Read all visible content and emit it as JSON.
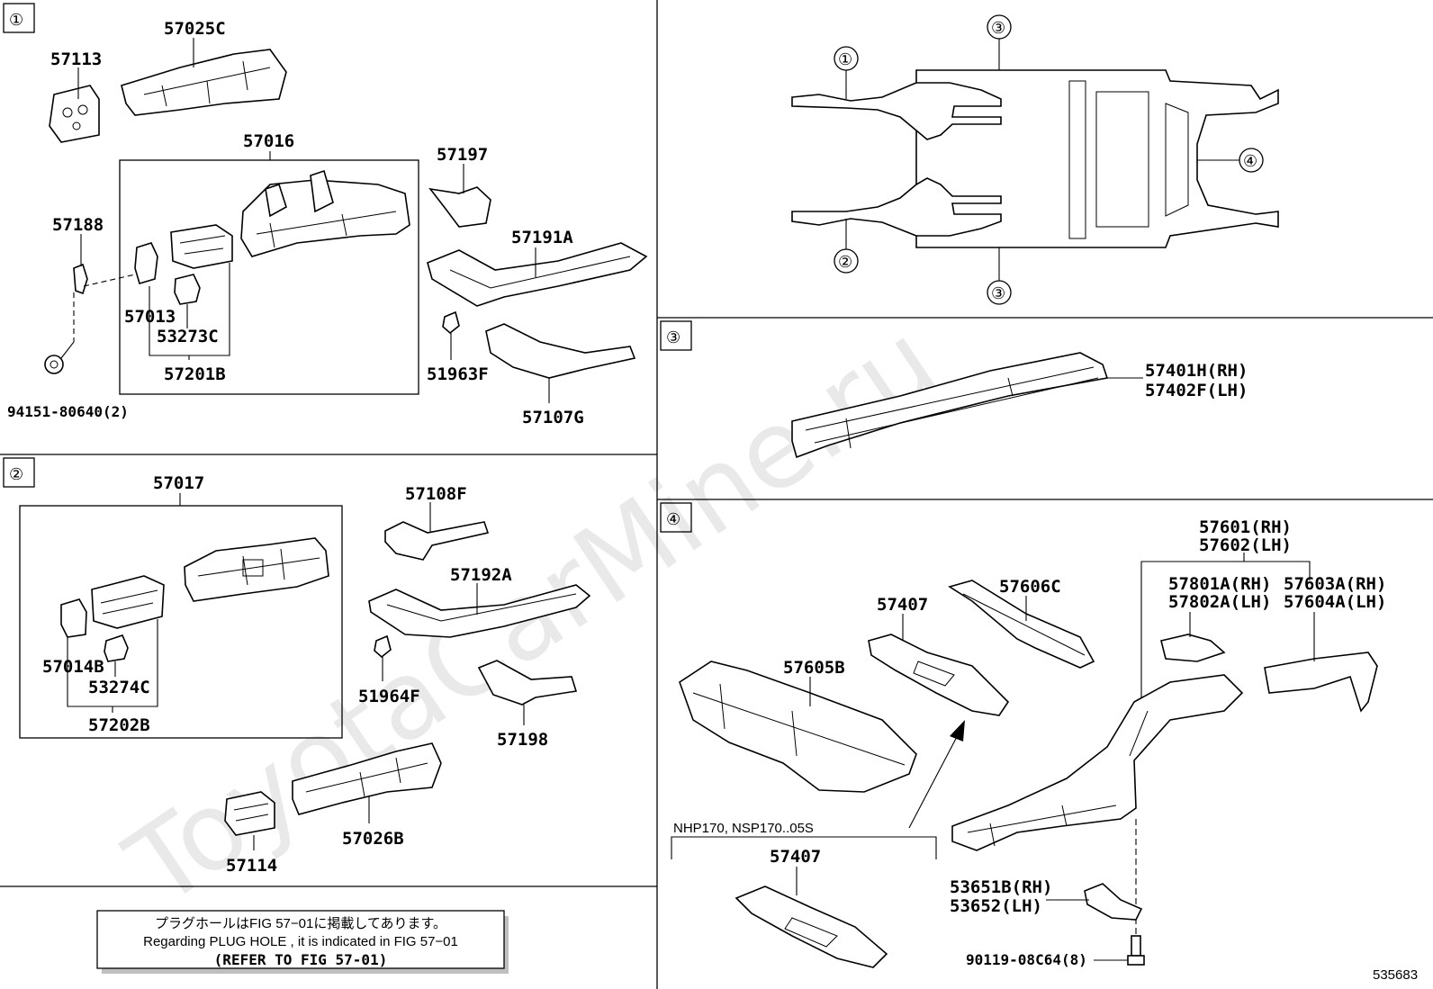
{
  "watermark": "ToyotaCarMine.ru",
  "figure_number": "535683",
  "sections": {
    "s1": {
      "marker": "①",
      "parts": {
        "p57025C": "57025C",
        "p57113": "57113",
        "p57016": "57016",
        "p57197": "57197",
        "p57188": "57188",
        "p57191A": "57191A",
        "p57013": "57013",
        "p53273C": "53273C",
        "p57201B": "57201B",
        "p51963F": "51963F",
        "p57107G": "57107G",
        "p94151": "94151-80640(2)"
      }
    },
    "s2": {
      "marker": "②",
      "parts": {
        "p57017": "57017",
        "p57108F": "57108F",
        "p57192A": "57192A",
        "p57014B": "57014B",
        "p53274C": "53274C",
        "p57202B": "57202B",
        "p51964F": "51964F",
        "p57198": "57198",
        "p57026B": "57026B",
        "p57114": "57114"
      }
    },
    "s3": {
      "marker": "③",
      "parts": {
        "p57401H": "57401H(RH)",
        "p57402F": "57402F(LH)"
      }
    },
    "s4": {
      "marker": "④",
      "parts": {
        "p57601": "57601(RH)",
        "p57602": "57602(LH)",
        "p57801A": "57801A(RH)",
        "p57802A": "57802A(LH)",
        "p57603A": "57603A(RH)",
        "p57604A": "57604A(LH)",
        "p57407a": "57407",
        "p57606C": "57606C",
        "p57605B": "57605B",
        "p57407b": "57407",
        "p53651B": "53651B(RH)",
        "p53652": "53652(LH)",
        "p90119": "90119-08C64(8)"
      },
      "variant_caption": "NHP170, NSP170..05S"
    }
  },
  "overview": {
    "c1": "①",
    "c2": "②",
    "c3a": "③",
    "c3b": "③",
    "c4": "④"
  },
  "note_box": {
    "line_jp": "プラグホールはFIG 57−01に掲載してあります。",
    "line_en": "Regarding PLUG HOLE , it is indicated in FIG 57−01",
    "line_ref": "(REFER TO FIG 57-01)"
  }
}
